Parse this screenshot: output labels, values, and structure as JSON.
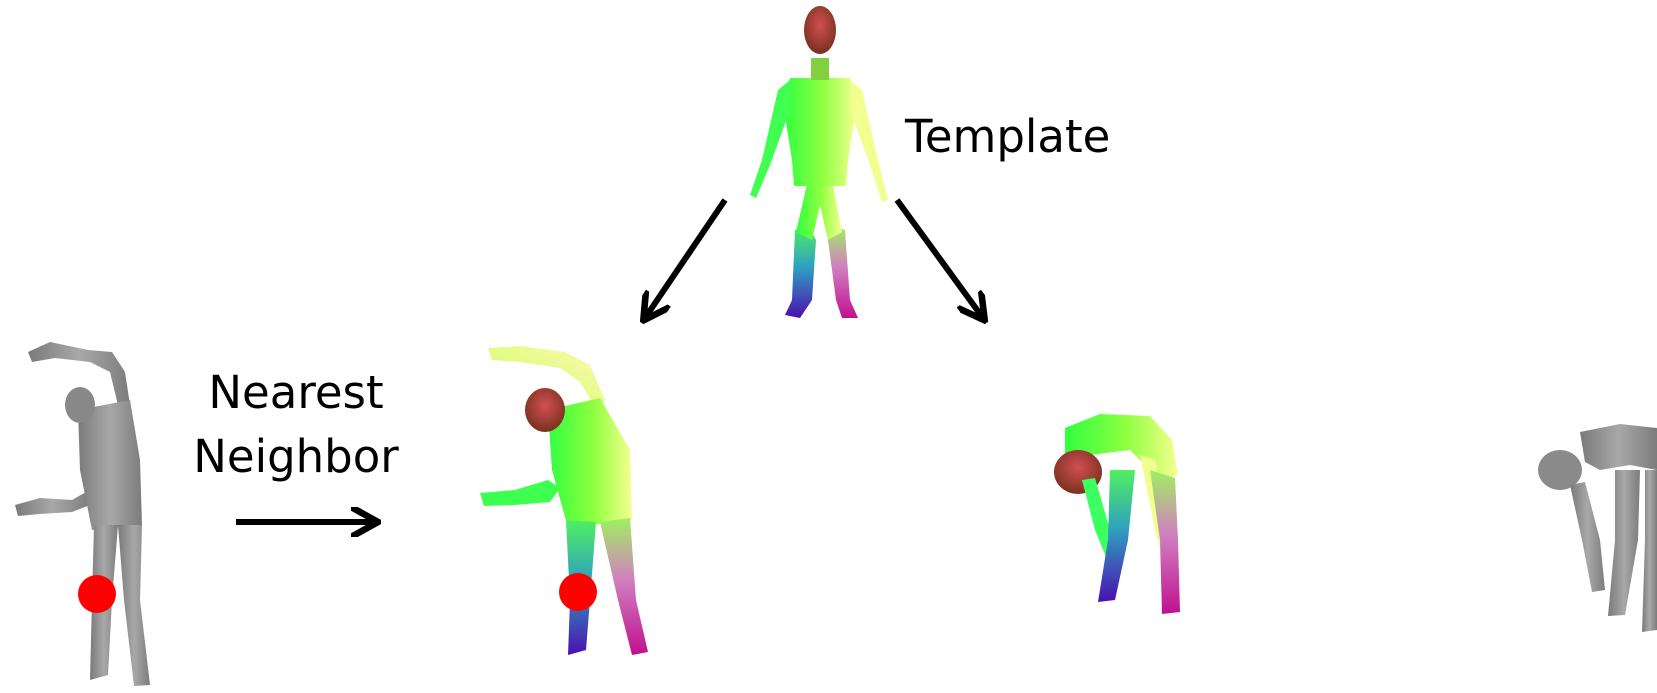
{
  "labels": {
    "template": "Template",
    "nearest_neighbor_line1": "Nearest",
    "nearest_neighbor_line2": "Neighbor"
  },
  "colors": {
    "arrow": "#000000",
    "marker": "#ff0000",
    "scan_gray": "#8c8c8c",
    "template_green": "#40ff40",
    "template_yellow": "#f4ff80",
    "head_red": "#b03040",
    "leg_purple": "#5a20c0",
    "leg_magenta": "#d020a0"
  },
  "figures": [
    {
      "name": "template-body",
      "style": "colored-mesh",
      "pose": "standing"
    },
    {
      "name": "input-scan-left",
      "style": "gray-scan",
      "pose": "side-bend"
    },
    {
      "name": "deformed-template-left",
      "style": "colored-mesh",
      "pose": "side-bend"
    },
    {
      "name": "deformed-template-right",
      "style": "colored-mesh",
      "pose": "forward-bend"
    },
    {
      "name": "input-scan-right",
      "style": "gray-scan",
      "pose": "forward-bend"
    }
  ]
}
